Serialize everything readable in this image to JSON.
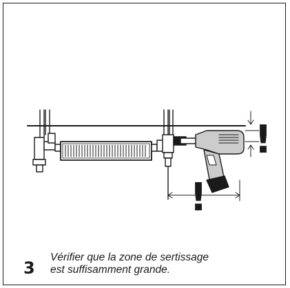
{
  "step": {
    "number": "3",
    "instruction_lines": [
      "Vérifier que la zone de sertissage",
      "est suffisamment grande."
    ]
  },
  "illustration": {
    "warning_symbol": "!",
    "subject": "crimping-tool-clearance-check",
    "colors": {
      "line": "#1a1a1a",
      "fill": "#ffffff",
      "tool_body": "#cccccc",
      "battery": "#1a1a1a"
    }
  }
}
